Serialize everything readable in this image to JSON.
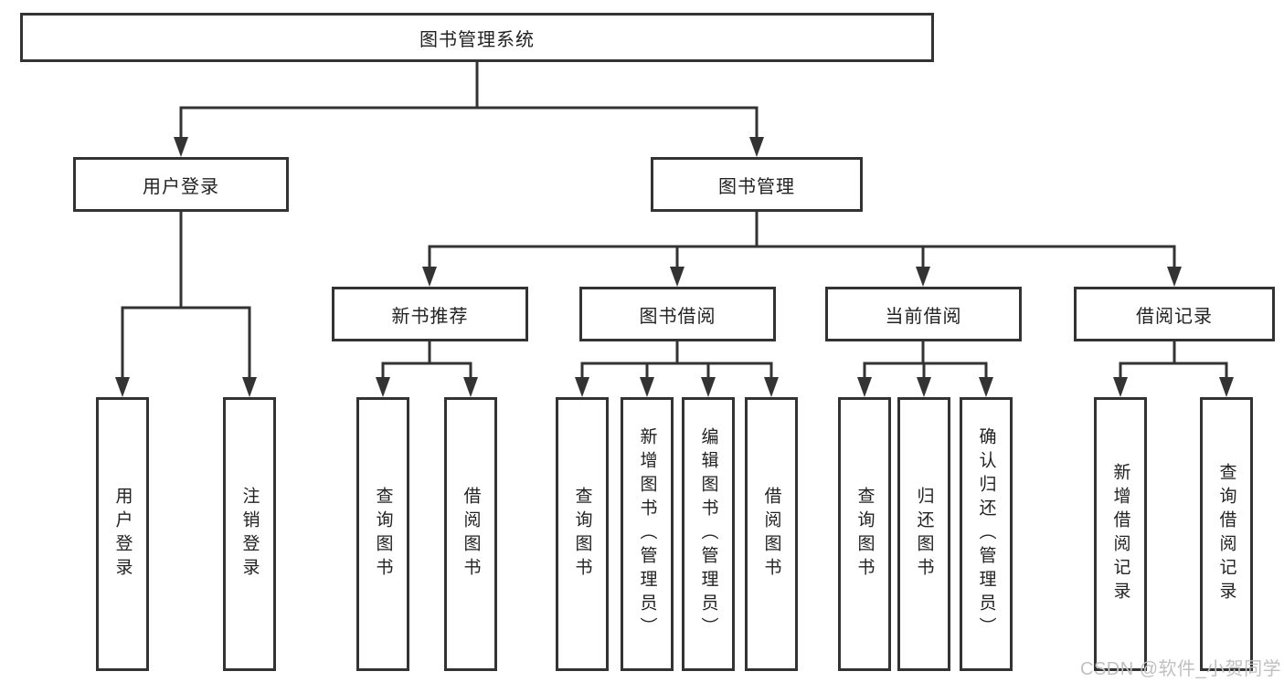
{
  "diagram": {
    "title": "图书管理系统",
    "type": "hierarchy-tree"
  },
  "colors": {
    "line": "#333333",
    "box_border": "#333333",
    "box_bg": "#ffffff",
    "text": "#222222",
    "watermark": "#c0c0c0"
  },
  "watermark": "CSDN @软件_小贺同学",
  "nodes": {
    "root": {
      "label": "图书管理系统"
    },
    "login": {
      "label": "用户登录"
    },
    "mgmt": {
      "label": "图书管理"
    },
    "recommend": {
      "label": "新书推荐"
    },
    "borrow": {
      "label": "图书借阅"
    },
    "current": {
      "label": "当前借阅"
    },
    "records": {
      "label": "借阅记录"
    },
    "login_user": {
      "label": "用户登录"
    },
    "login_logout": {
      "label": "注销登录"
    },
    "rec_query": {
      "label": "查询图书"
    },
    "rec_borrow": {
      "label": "借阅图书"
    },
    "bor_query": {
      "label": "查询图书"
    },
    "bor_add": {
      "label": "新增图书（管理员）"
    },
    "bor_edit": {
      "label": "编辑图书（管理员）"
    },
    "bor_borrow": {
      "label": "借阅图书"
    },
    "cur_query": {
      "label": "查询图书"
    },
    "cur_return": {
      "label": "归还图书"
    },
    "cur_confirm": {
      "label": "确认归还（管理员）"
    },
    "log_add": {
      "label": "新增借阅记录"
    },
    "log_query": {
      "label": "查询借阅记录"
    }
  },
  "edges": [
    [
      "root",
      "login"
    ],
    [
      "root",
      "mgmt"
    ],
    [
      "login",
      "login_user"
    ],
    [
      "login",
      "login_logout"
    ],
    [
      "mgmt",
      "recommend"
    ],
    [
      "mgmt",
      "borrow"
    ],
    [
      "mgmt",
      "current"
    ],
    [
      "mgmt",
      "records"
    ],
    [
      "recommend",
      "rec_query"
    ],
    [
      "recommend",
      "rec_borrow"
    ],
    [
      "borrow",
      "bor_query"
    ],
    [
      "borrow",
      "bor_add"
    ],
    [
      "borrow",
      "bor_edit"
    ],
    [
      "borrow",
      "bor_borrow"
    ],
    [
      "current",
      "cur_query"
    ],
    [
      "current",
      "cur_return"
    ],
    [
      "current",
      "cur_confirm"
    ],
    [
      "records",
      "log_add"
    ],
    [
      "records",
      "log_query"
    ]
  ]
}
